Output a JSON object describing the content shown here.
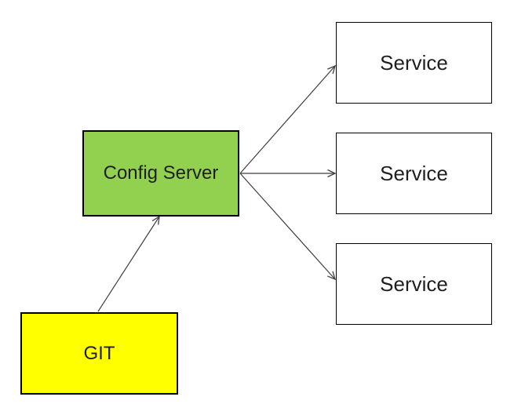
{
  "diagram": {
    "nodes": [
      {
        "id": "config-server",
        "label": "Config Server",
        "fill": "#92D050",
        "border_color": "#000000"
      },
      {
        "id": "git",
        "label": "GIT",
        "fill": "#FFFF00",
        "border_color": "#000000"
      },
      {
        "id": "service-1",
        "label": "Service",
        "fill": "#FFFFFF",
        "border_color": "#000000"
      },
      {
        "id": "service-2",
        "label": "Service",
        "fill": "#FFFFFF",
        "border_color": "#000000"
      },
      {
        "id": "service-3",
        "label": "Service",
        "fill": "#FFFFFF",
        "border_color": "#000000"
      }
    ],
    "edges": [
      {
        "from": "git",
        "to": "config-server",
        "style": "arrow"
      },
      {
        "from": "config-server",
        "to": "service-1",
        "style": "arrow"
      },
      {
        "from": "config-server",
        "to": "service-2",
        "style": "arrow"
      },
      {
        "from": "config-server",
        "to": "service-3",
        "style": "arrow"
      }
    ],
    "colors": {
      "arrow": "#3f3f3f",
      "background": "#ffffff",
      "text": "#1f1f1f"
    }
  }
}
